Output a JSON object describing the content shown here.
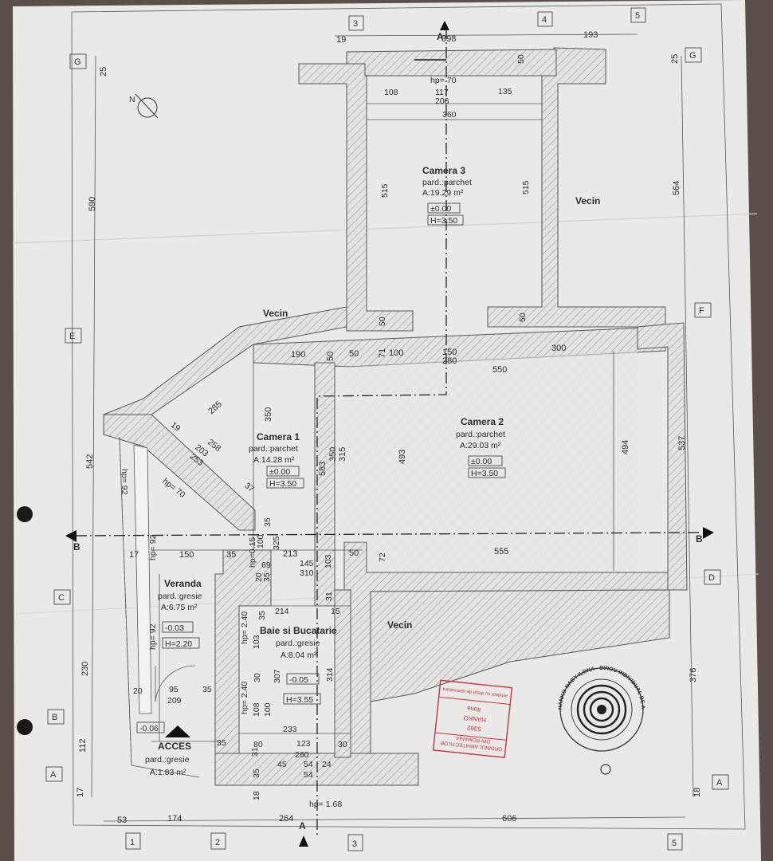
{
  "grid": {
    "top": [
      "3",
      "4",
      "5"
    ],
    "bottom": [
      "1",
      "2",
      "3",
      "5"
    ],
    "left": [
      "G",
      "E",
      "C",
      "B",
      "A"
    ],
    "right": [
      "G",
      "F",
      "D",
      "A"
    ],
    "section": "B",
    "section_right": "B",
    "section_a_top": "A",
    "section_a_bottom": "A"
  },
  "rooms": {
    "camera3": {
      "name": "Camera 3",
      "floor": "pard.:parchet",
      "area": "A:19.29 m²",
      "level": "±0.00",
      "height": "H=3.50"
    },
    "camera2": {
      "name": "Camera 2",
      "floor": "pard.:parchet",
      "area": "A:29.03 m²",
      "level": "±0.00",
      "height": "H=3.50"
    },
    "camera1": {
      "name": "Camera 1",
      "floor": "pard.:parchet",
      "area": "A:14.28 m²",
      "level": "±0.00",
      "height": "H=3.50"
    },
    "veranda": {
      "name": "Veranda",
      "floor": "pard.:gresie",
      "area": "A:6.75 m²",
      "level": "-0.03",
      "height": "H=2.20"
    },
    "baie": {
      "name": "Baie si Bucatarie",
      "floor": "pard.:gresie",
      "area": "A:8.04 m²",
      "level": "-0.05",
      "height": "H=3.55"
    },
    "acces": {
      "name": "ACCES",
      "floor": "pard.:gresie",
      "area": "A:1.83 m²",
      "level": "-0.06"
    }
  },
  "neighbours": {
    "top": "Vecin",
    "left": "Vecin",
    "bottom": "Vecin"
  },
  "dims": {
    "top_19": "19",
    "top_398": "398",
    "top_193": "193",
    "top_25l": "25",
    "top_25r": "25",
    "c3_hp": "hp= 70",
    "c3_108": "108",
    "c3_117": "117",
    "c3_135": "135",
    "c3_206": "206",
    "c3_360": "360",
    "c3_50a": "50",
    "c3_515l": "515",
    "c3_515r": "515",
    "c3_50b": "50",
    "c3_50c": "50",
    "left_590": "590",
    "left_542": "542",
    "left_230": "230",
    "left_112": "112",
    "left_17": "17",
    "right_564": "564",
    "right_537": "537",
    "right_376": "376",
    "right_18": "18",
    "mid_190": "190",
    "mid_50a": "50",
    "mid_50b": "50",
    "mid_71": "71",
    "mid_100": "100",
    "mid_150": "150",
    "mid_280": "280",
    "mid_300": "300",
    "mid_550": "550",
    "c1_285": "285",
    "c1_350": "350",
    "c1_19": "19",
    "c1_258": "258",
    "c1_203": "203",
    "c1_253": "253",
    "c1_37": "37",
    "c1_583": "583",
    "c1_350b": "350",
    "c1_315": "315",
    "c2_493": "493",
    "c2_494": "494",
    "v_hp92a": "hp= 92",
    "v_hp70": "hp= 70",
    "b_17": "17",
    "b_150": "150",
    "b_35": "35",
    "b_hp019": "hp=0.15",
    "b_100": "100",
    "b_35b": "35",
    "b_325": "325",
    "b_213": "213",
    "b_145": "145",
    "b_69": "69",
    "b_103": "103",
    "b_50": "50",
    "b_72": "72",
    "b_555": "555",
    "b_310": "310",
    "b_hp92": "hp= 92",
    "b_20": "20",
    "b_35c": "35",
    "k_214": "214",
    "k_31": "31",
    "k_15": "15",
    "k_35": "35",
    "k_hp240a": "hp= 2.40",
    "k_103": "103",
    "k_30": "30",
    "k_307": "307",
    "k_314": "314",
    "k_hp92b": "hp= 92",
    "v_95": "95",
    "v_209": "209",
    "v_20": "20",
    "v_35": "35",
    "k_hp240b": "hp= 2.40",
    "k_108": "108",
    "k_100": "100",
    "k_233": "233",
    "k_35b": "35",
    "k_31b": "31",
    "k_80": "80",
    "k_123": "123",
    "k_30b": "30",
    "k_260": "260",
    "k_35c": "35",
    "k_45": "45",
    "k_54": "54",
    "k_24": "24",
    "k_54b": "54",
    "k_hp168": "hp= 1.68",
    "k_18": "18",
    "bot_53": "53",
    "bot_174": "174",
    "bot_264": "264",
    "bot_606": "606"
  },
  "stamps": {
    "red_lines": [
      "Arhitect cu drept de semnatura",
      "HANKO",
      "Ilona",
      "5362",
      "ORDINUL ARHITECTILOR",
      "DIN ROMANIA"
    ],
    "round_text": "HANKO-NAGY ILONA - BIROU INDIVIDUAL DE ARHITECTURA"
  },
  "colors": {
    "paper": "#e9e9e7",
    "background": "#5a4f49",
    "ink": "#2b2b2b",
    "stamp_red": "#c8323c"
  }
}
